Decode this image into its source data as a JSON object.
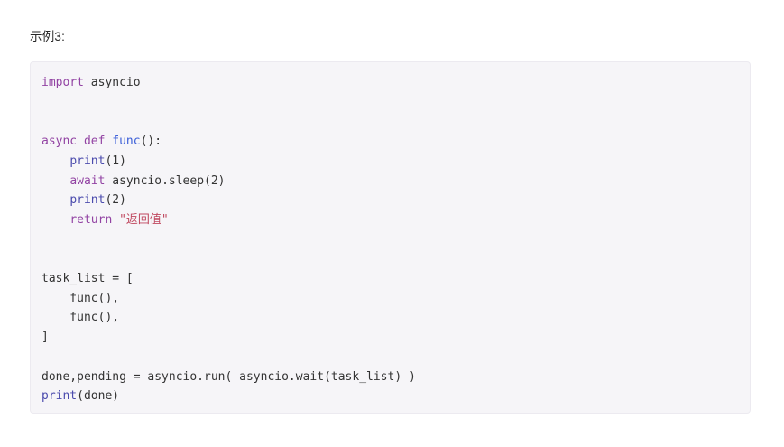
{
  "page": {
    "background_color": "#ffffff",
    "heading": "示例3:"
  },
  "code_block": {
    "background_color": "#f6f5f8",
    "border_color": "#eceaf0",
    "language": "python",
    "colors": {
      "keyword": "#9243a3",
      "function_name": "#3c5fd8",
      "builtin": "#4b4bad",
      "string": "#c0485f",
      "plain": "#333333"
    },
    "lines": [
      {
        "tokens": [
          {
            "t": "import",
            "c": "kw"
          },
          {
            "t": " asyncio",
            "c": "plain"
          }
        ]
      },
      {
        "tokens": []
      },
      {
        "tokens": []
      },
      {
        "tokens": [
          {
            "t": "async def",
            "c": "kw"
          },
          {
            "t": " ",
            "c": "plain"
          },
          {
            "t": "func",
            "c": "fn"
          },
          {
            "t": "():",
            "c": "plain"
          }
        ]
      },
      {
        "tokens": [
          {
            "t": "    ",
            "c": "plain"
          },
          {
            "t": "print",
            "c": "builtin"
          },
          {
            "t": "(1)",
            "c": "plain"
          }
        ]
      },
      {
        "tokens": [
          {
            "t": "    ",
            "c": "plain"
          },
          {
            "t": "await",
            "c": "kw"
          },
          {
            "t": " asyncio.sleep(2)",
            "c": "plain"
          }
        ]
      },
      {
        "tokens": [
          {
            "t": "    ",
            "c": "plain"
          },
          {
            "t": "print",
            "c": "builtin"
          },
          {
            "t": "(2)",
            "c": "plain"
          }
        ]
      },
      {
        "tokens": [
          {
            "t": "    ",
            "c": "plain"
          },
          {
            "t": "return",
            "c": "kw"
          },
          {
            "t": " ",
            "c": "plain"
          },
          {
            "t": "\"返回值\"",
            "c": "str"
          }
        ]
      },
      {
        "tokens": []
      },
      {
        "tokens": []
      },
      {
        "tokens": [
          {
            "t": "task_list = [",
            "c": "plain"
          }
        ]
      },
      {
        "tokens": [
          {
            "t": "    func(),",
            "c": "plain"
          }
        ]
      },
      {
        "tokens": [
          {
            "t": "    func(),",
            "c": "plain"
          }
        ]
      },
      {
        "tokens": [
          {
            "t": "]",
            "c": "plain"
          }
        ]
      },
      {
        "tokens": []
      },
      {
        "tokens": [
          {
            "t": "done,pending = asyncio.run( asyncio.wait(task_list) )",
            "c": "plain"
          }
        ]
      },
      {
        "tokens": [
          {
            "t": "print",
            "c": "builtin"
          },
          {
            "t": "(done)",
            "c": "plain"
          }
        ]
      }
    ]
  }
}
